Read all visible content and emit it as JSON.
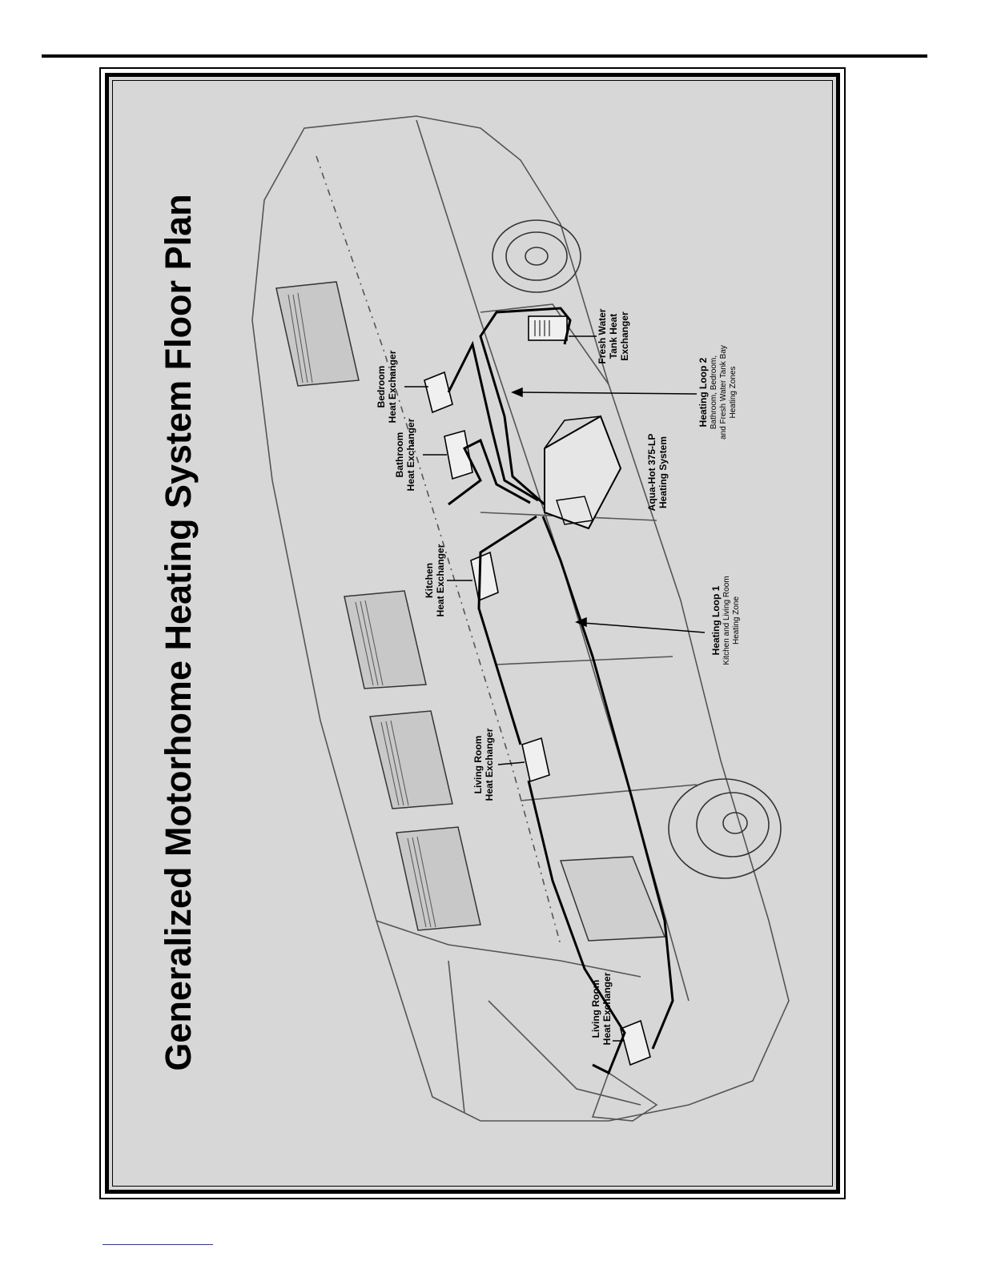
{
  "title": "Generalized Motorhome Heating System Floor Plan",
  "labels": {
    "bedroom": [
      "Bedroom",
      "Heat Exchanger"
    ],
    "bathroom": [
      "Bathroom",
      "Heat Exchanger"
    ],
    "kitchen": [
      "Kitchen",
      "Heat Exchanger"
    ],
    "living_room_1": [
      "Living Room",
      "Heat Exchanger"
    ],
    "living_room_2": [
      "Living Room",
      "Heat Exchanger"
    ],
    "fresh_water": [
      "Fresh Water",
      "Tank Heat",
      "Exchanger"
    ],
    "aqua_hot": [
      "Aqua-Hot 375-LP",
      "Heating System"
    ],
    "loop2": [
      "Heating Loop 2",
      "Bathroom, Bedroom,",
      "and Fresh Water Tank Bay",
      "Heating Zones"
    ],
    "loop1": [
      "Heating Loop 1",
      "Kitchen and Living Room",
      "Heating Zone"
    ]
  },
  "colors": {
    "background": "#d7d7d7",
    "line": "#000000",
    "body_fill": "#dcdcdc"
  }
}
